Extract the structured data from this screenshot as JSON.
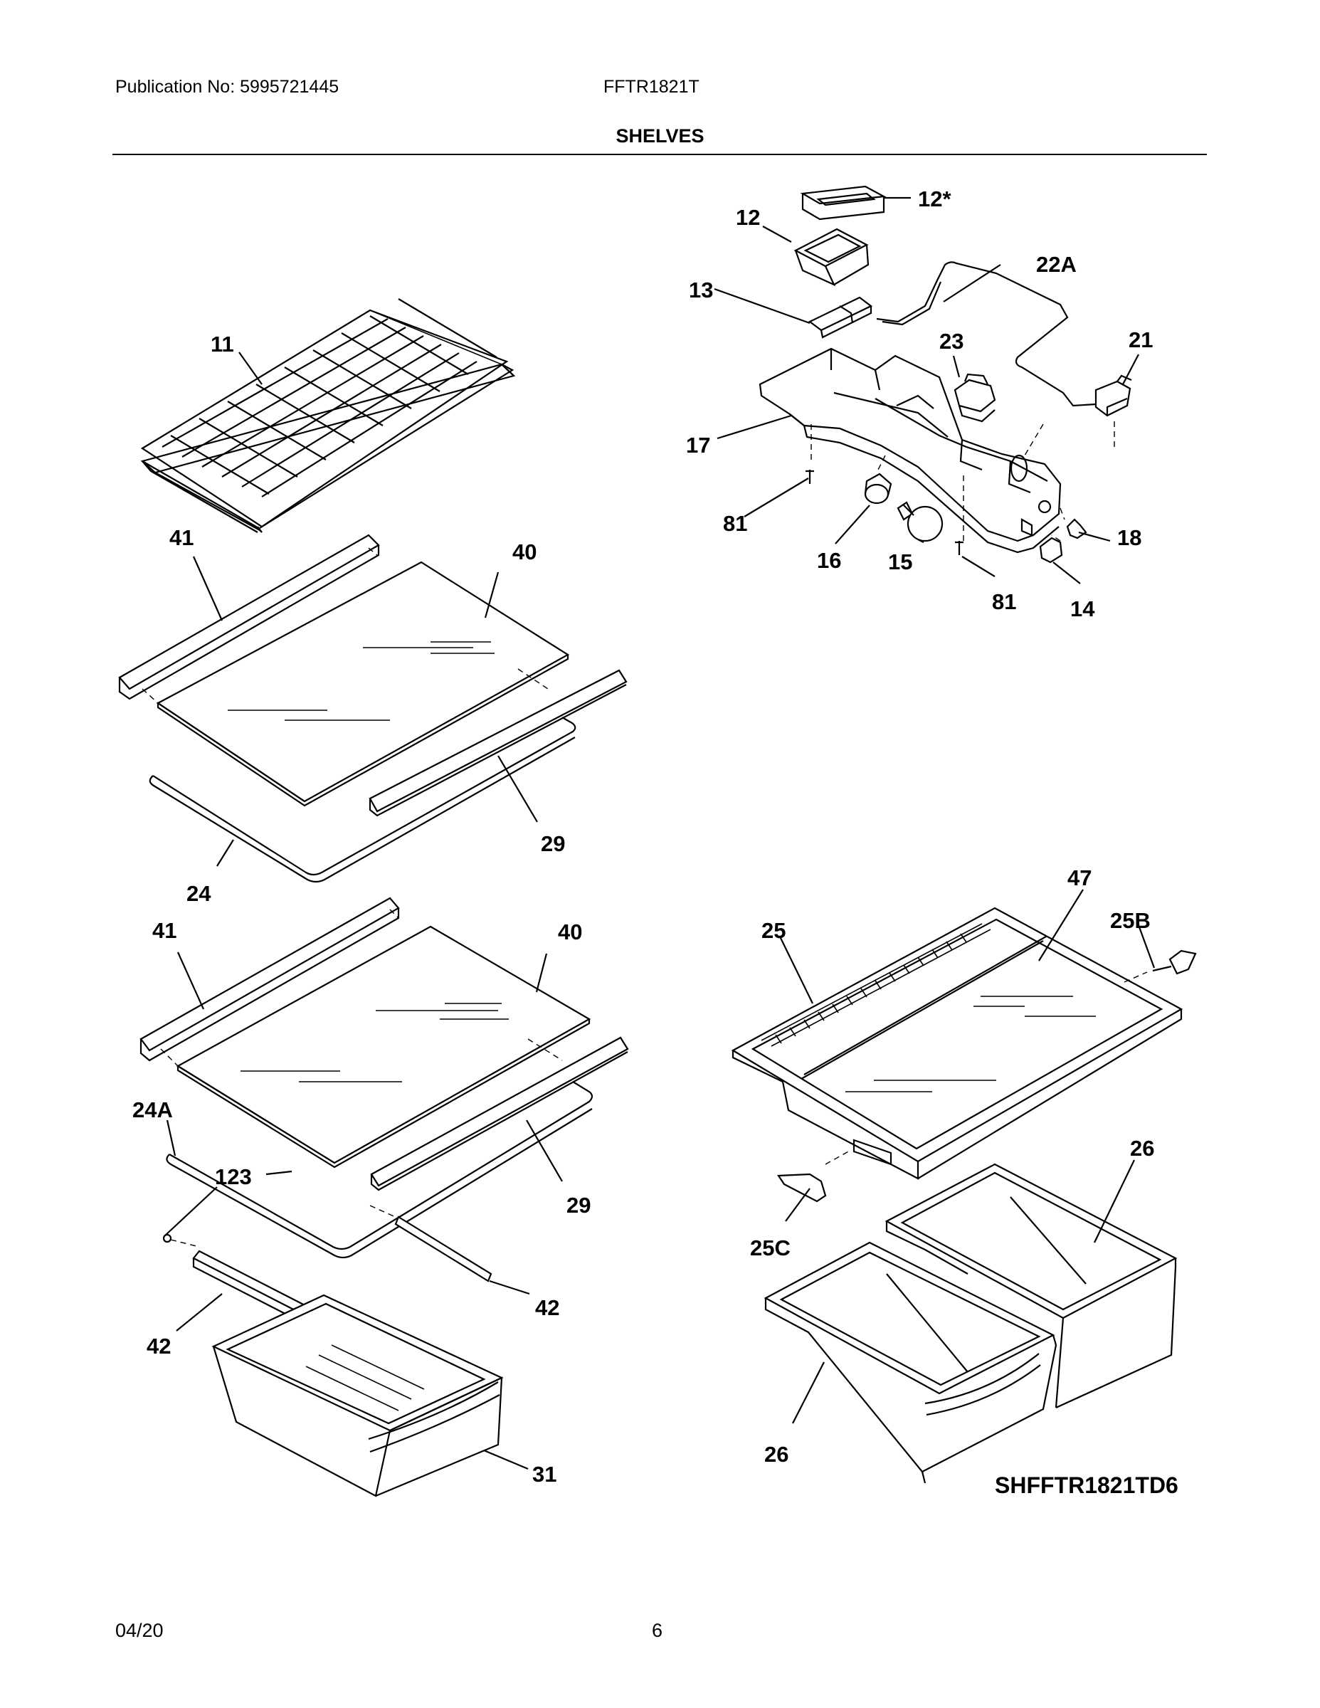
{
  "header": {
    "publication": "Publication No: 5995721445",
    "model": "FFTR1821T",
    "section_title": "SHELVES"
  },
  "diagram": {
    "code": "SHFFTR1821TD6",
    "callouts": [
      "11",
      "41",
      "40",
      "29",
      "24",
      "41",
      "40",
      "24A",
      "123",
      "29",
      "42",
      "42",
      "31",
      "12*",
      "12",
      "22A",
      "13",
      "23",
      "21",
      "17",
      "81",
      "16",
      "15",
      "18",
      "81",
      "14",
      "47",
      "25",
      "25B",
      "25C",
      "26",
      "26"
    ]
  },
  "footer": {
    "date": "04/20",
    "page": "6"
  }
}
